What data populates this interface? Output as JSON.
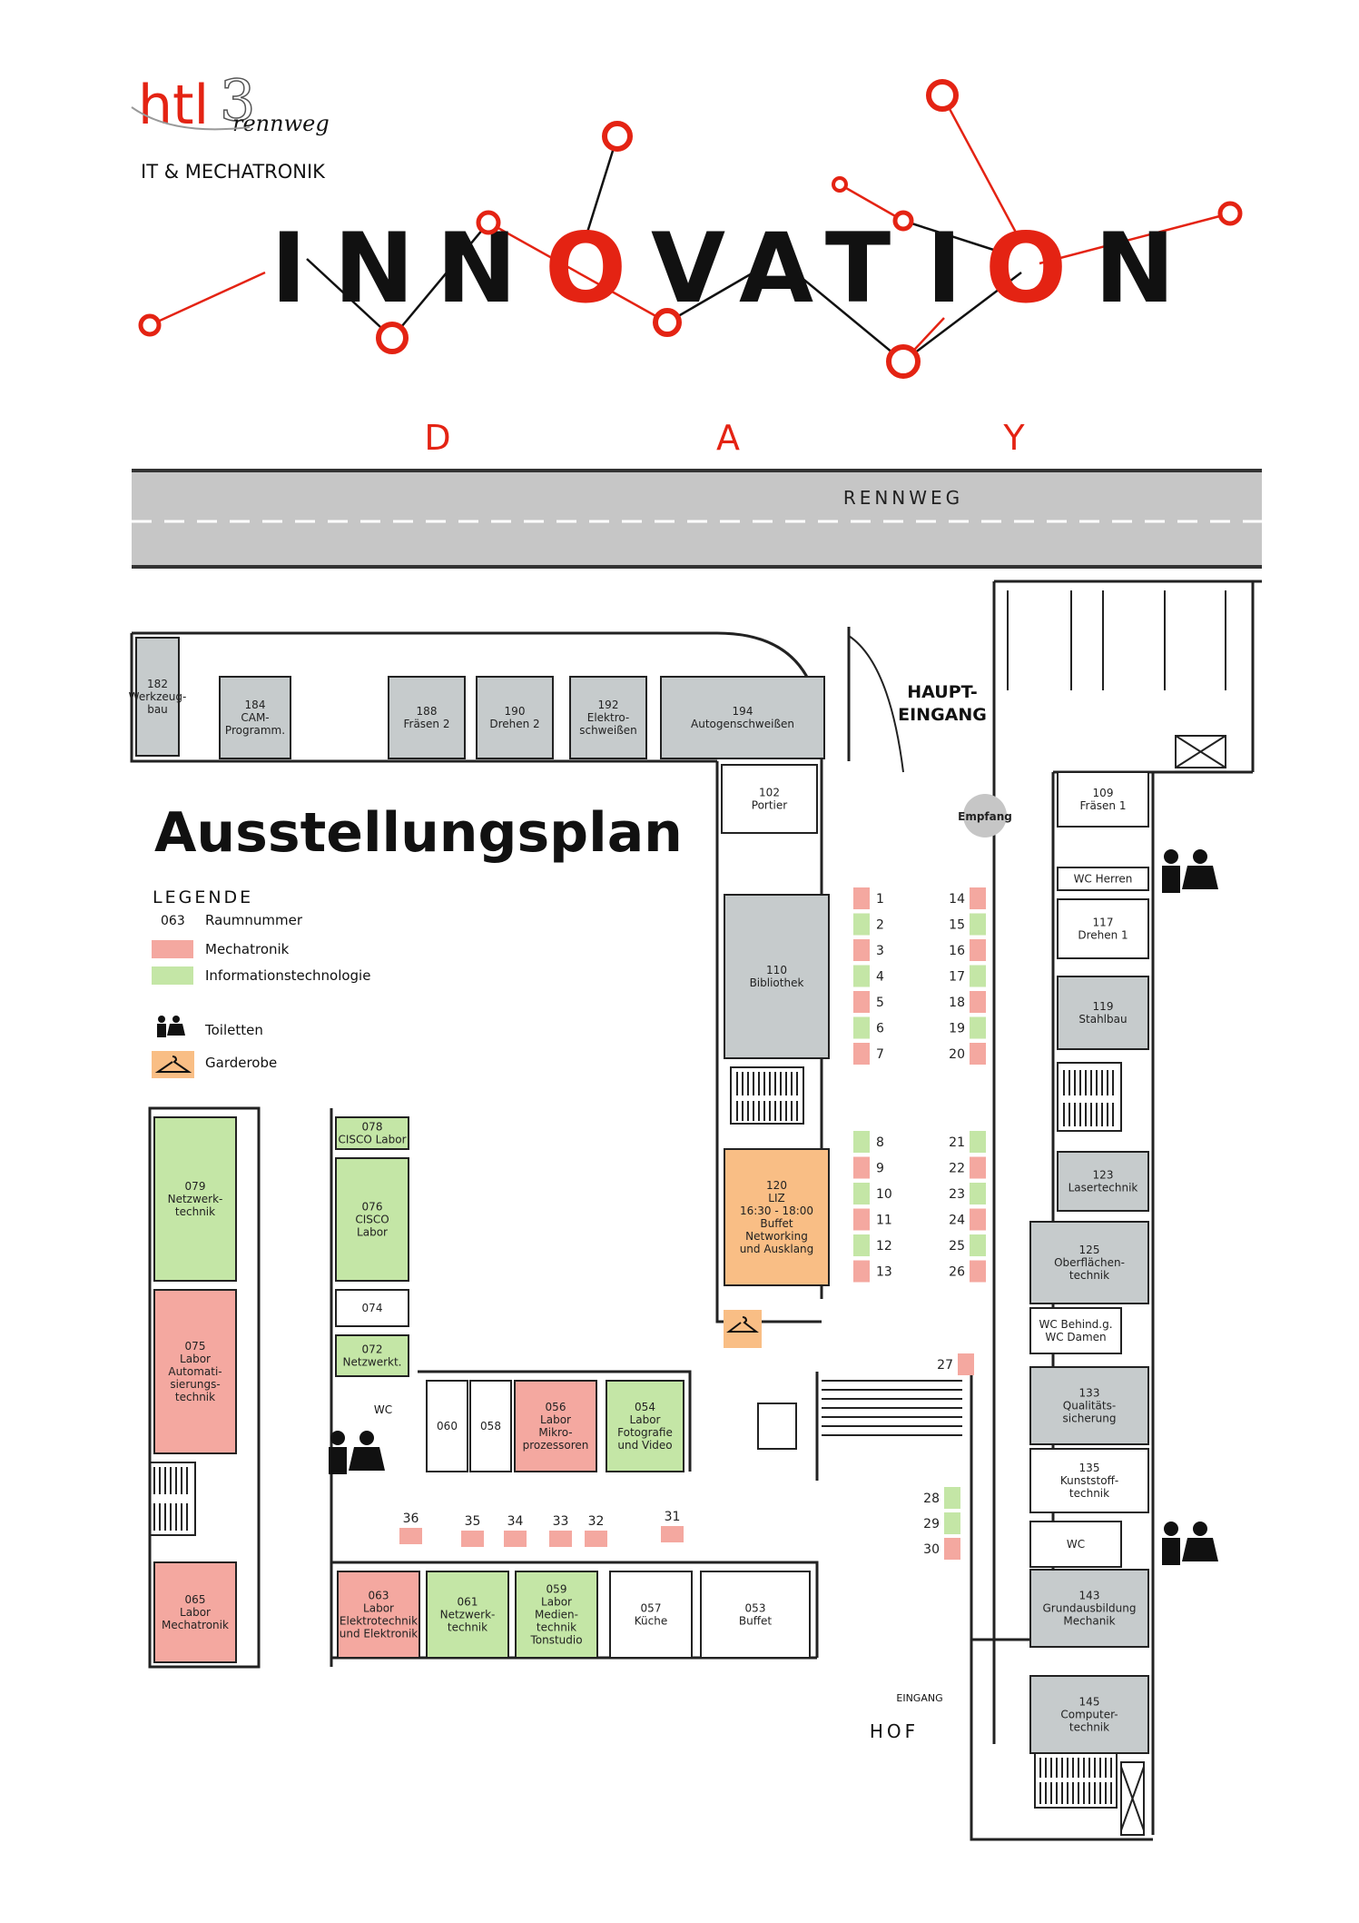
{
  "header": {
    "logo_main": "htl",
    "logo_digit": "3",
    "logo_sub": "rennweg",
    "logo_tagline": "IT & MECHATRONIK",
    "innovation_letters": [
      "I",
      "N",
      "N",
      "O",
      "V",
      "A",
      "T",
      "I",
      "O",
      "N"
    ],
    "day_letters": [
      "D",
      "A",
      "Y"
    ]
  },
  "street": {
    "name": "RENNWEG"
  },
  "title": "Ausstellungsplan",
  "legend": {
    "heading": "LEGENDE",
    "room_number_sample": "063",
    "room_number_label": "Raumnummer",
    "mechatronik_label": "Mechatronik",
    "it_label": "Informationstechnologie",
    "toilet_label": "Toiletten",
    "garderobe_label": "Garderobe"
  },
  "colors": {
    "mechatronik": "#f4a8a0",
    "it": "#c4e6a6",
    "gray_room": "#c6cbcc",
    "orange": "#f9be85",
    "accent_red": "#e42313",
    "street": "#c6c6c6"
  },
  "labels": {
    "haupteingang": [
      "HAUPT-",
      "EINGANG"
    ],
    "empfang": "Empfang",
    "eingang": "EINGANG",
    "hof": "HOF",
    "wc": "WC"
  },
  "rooms": [
    {
      "id": "r182",
      "lines": [
        "182",
        "Werkzeug-",
        "bau"
      ],
      "type": "gray"
    },
    {
      "id": "r184",
      "lines": [
        "184",
        "CAM-",
        "Programm."
      ],
      "type": "gray"
    },
    {
      "id": "r188",
      "lines": [
        "188",
        "Fräsen 2"
      ],
      "type": "gray"
    },
    {
      "id": "r190",
      "lines": [
        "190",
        "Drehen 2"
      ],
      "type": "gray"
    },
    {
      "id": "r192",
      "lines": [
        "192",
        "Elektro-",
        "schweißen"
      ],
      "type": "gray"
    },
    {
      "id": "r194",
      "lines": [
        "194",
        "Autogenschweißen"
      ],
      "type": "gray"
    },
    {
      "id": "r102",
      "lines": [
        "102",
        "Portier"
      ],
      "type": "white"
    },
    {
      "id": "r109",
      "lines": [
        "109",
        "Fräsen 1"
      ],
      "type": "white"
    },
    {
      "id": "rwch",
      "lines": [
        "WC Herren"
      ],
      "type": "white"
    },
    {
      "id": "r117",
      "lines": [
        "117",
        "Drehen 1"
      ],
      "type": "white"
    },
    {
      "id": "r119",
      "lines": [
        "119",
        "Stahlbau"
      ],
      "type": "gray"
    },
    {
      "id": "r110",
      "lines": [
        "110",
        "Bibliothek"
      ],
      "type": "gray"
    },
    {
      "id": "r120",
      "lines": [
        "120",
        "LIZ",
        "16:30 - 18:00",
        "Buffet",
        "Networking",
        "und Ausklang"
      ],
      "type": "orange"
    },
    {
      "id": "r123",
      "lines": [
        "123",
        "Lasertechnik"
      ],
      "type": "gray"
    },
    {
      "id": "r125",
      "lines": [
        "125",
        "Oberflächen-",
        "technik"
      ],
      "type": "gray"
    },
    {
      "id": "rwcd",
      "lines": [
        "WC Behind.g.",
        "WC Damen"
      ],
      "type": "white"
    },
    {
      "id": "r133",
      "lines": [
        "133",
        "Qualitäts-",
        "sicherung"
      ],
      "type": "gray"
    },
    {
      "id": "r135",
      "lines": [
        "135",
        "Kunststoff-",
        "technik"
      ],
      "type": "white"
    },
    {
      "id": "rwc2",
      "lines": [
        "WC"
      ],
      "type": "white"
    },
    {
      "id": "r143",
      "lines": [
        "143",
        "Grundausbildung",
        "Mechanik"
      ],
      "type": "gray"
    },
    {
      "id": "r145",
      "lines": [
        "145",
        "Computer-",
        "technik"
      ],
      "type": "gray"
    },
    {
      "id": "r078",
      "lines": [
        "078",
        "CISCO Labor"
      ],
      "type": "it"
    },
    {
      "id": "r076",
      "lines": [
        "076",
        "CISCO",
        "Labor"
      ],
      "type": "it"
    },
    {
      "id": "r079",
      "lines": [
        "079",
        "Netzwerk-",
        "technik"
      ],
      "type": "it"
    },
    {
      "id": "r074",
      "lines": [
        "074"
      ],
      "type": "white"
    },
    {
      "id": "r072",
      "lines": [
        "072",
        "Netzwerkt."
      ],
      "type": "it"
    },
    {
      "id": "r075",
      "lines": [
        "075",
        "Labor",
        "Automati-",
        "sierungs-",
        "technik"
      ],
      "type": "mech"
    },
    {
      "id": "r060",
      "lines": [
        "060"
      ],
      "type": "white"
    },
    {
      "id": "r058",
      "lines": [
        "058"
      ],
      "type": "white"
    },
    {
      "id": "r056",
      "lines": [
        "056",
        "Labor",
        "Mikro-",
        "prozessoren"
      ],
      "type": "mech"
    },
    {
      "id": "r054",
      "lines": [
        "054",
        "Labor",
        "Fotografie",
        "und Video"
      ],
      "type": "it"
    },
    {
      "id": "r065",
      "lines": [
        "065",
        "Labor",
        "Mechatronik"
      ],
      "type": "mech"
    },
    {
      "id": "r063",
      "lines": [
        "063",
        "Labor",
        "Elektrotechnik",
        "und Elektronik"
      ],
      "type": "mech"
    },
    {
      "id": "r061",
      "lines": [
        "061",
        "Netzwerk-",
        "technik"
      ],
      "type": "it"
    },
    {
      "id": "r059",
      "lines": [
        "059",
        "Labor",
        "Medien-",
        "technik",
        "Tonstudio"
      ],
      "type": "it"
    },
    {
      "id": "r057",
      "lines": [
        "057",
        "Küche"
      ],
      "type": "white"
    },
    {
      "id": "r053",
      "lines": [
        "053",
        "Buffet"
      ],
      "type": "white"
    }
  ],
  "stands": [
    {
      "n": "1",
      "cat": "mech"
    },
    {
      "n": "2",
      "cat": "it"
    },
    {
      "n": "3",
      "cat": "mech"
    },
    {
      "n": "4",
      "cat": "it"
    },
    {
      "n": "5",
      "cat": "mech"
    },
    {
      "n": "6",
      "cat": "it"
    },
    {
      "n": "7",
      "cat": "mech"
    },
    {
      "n": "8",
      "cat": "it"
    },
    {
      "n": "9",
      "cat": "mech"
    },
    {
      "n": "10",
      "cat": "it"
    },
    {
      "n": "11",
      "cat": "mech"
    },
    {
      "n": "12",
      "cat": "it"
    },
    {
      "n": "13",
      "cat": "mech"
    },
    {
      "n": "14",
      "cat": "mech"
    },
    {
      "n": "15",
      "cat": "it"
    },
    {
      "n": "16",
      "cat": "mech"
    },
    {
      "n": "17",
      "cat": "it"
    },
    {
      "n": "18",
      "cat": "mech"
    },
    {
      "n": "19",
      "cat": "it"
    },
    {
      "n": "20",
      "cat": "mech"
    },
    {
      "n": "21",
      "cat": "it"
    },
    {
      "n": "22",
      "cat": "mech"
    },
    {
      "n": "23",
      "cat": "it"
    },
    {
      "n": "24",
      "cat": "mech"
    },
    {
      "n": "25",
      "cat": "it"
    },
    {
      "n": "26",
      "cat": "mech"
    },
    {
      "n": "27",
      "cat": "mech"
    },
    {
      "n": "28",
      "cat": "it"
    },
    {
      "n": "29",
      "cat": "it"
    },
    {
      "n": "30",
      "cat": "mech"
    },
    {
      "n": "31",
      "cat": "mech"
    },
    {
      "n": "32",
      "cat": "mech"
    },
    {
      "n": "33",
      "cat": "mech"
    },
    {
      "n": "34",
      "cat": "mech"
    },
    {
      "n": "35",
      "cat": "mech"
    },
    {
      "n": "36",
      "cat": "mech"
    }
  ]
}
